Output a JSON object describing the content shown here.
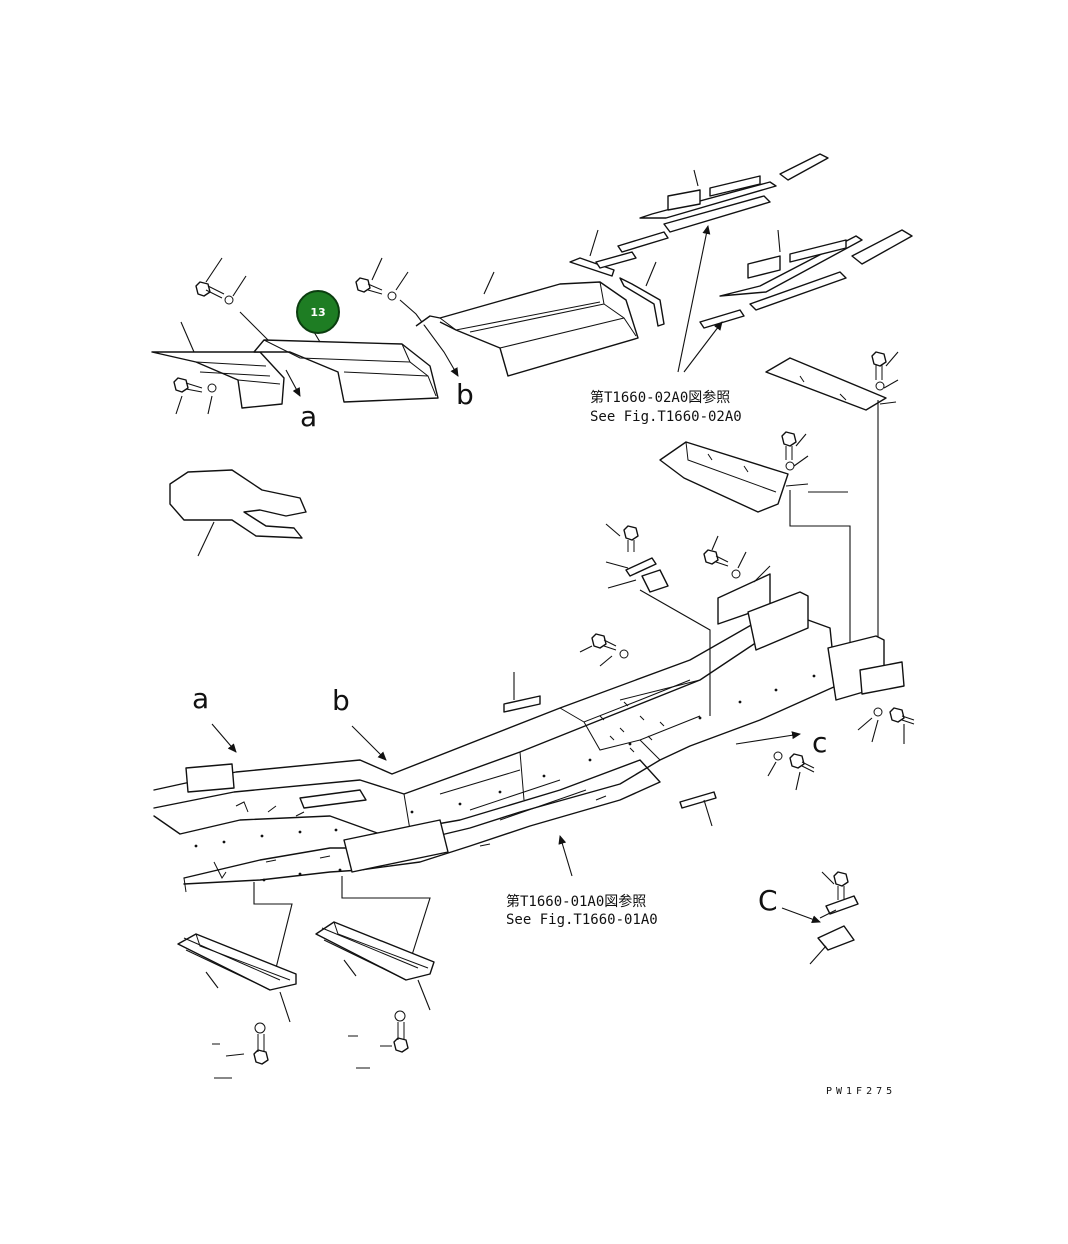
{
  "marker": {
    "label": "13",
    "fill": "#1e7d23",
    "ring": "#0b3d0f"
  },
  "callouts": {
    "a_top": "a",
    "b_top": "b",
    "a_frame": "a",
    "b_frame": "b",
    "c_frame": "c",
    "c_detail": "C"
  },
  "references": {
    "fig_02a0_jp": "第T1660-02A0図参照",
    "fig_02a0_en": "See Fig.T1660-02A0",
    "fig_01a0_jp": "第T1660-01A0図参照",
    "fig_01a0_en": "See Fig.T1660-01A0"
  },
  "drawing_code": "PW1F275"
}
